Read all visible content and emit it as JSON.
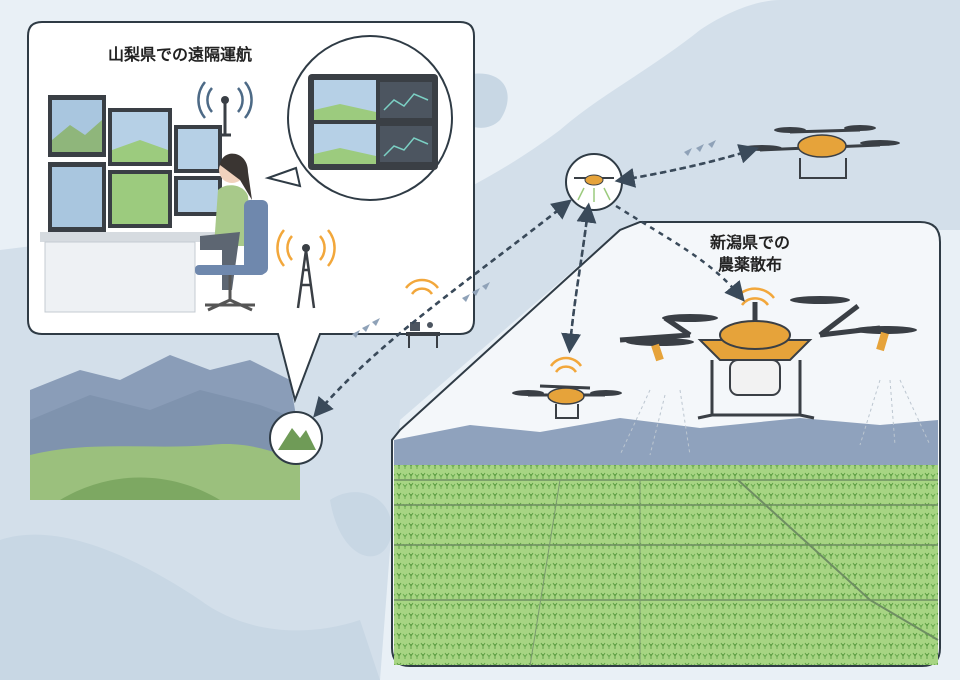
{
  "labels": {
    "yamanashi": "山梨県での遠隔運航",
    "niigata_line1": "新潟県での",
    "niigata_line2": "農薬散布"
  },
  "colors": {
    "sea": "#e9f0f6",
    "land": "#cfdbe6",
    "panel_border": "#2f3b45",
    "drone_body": "#e6a33a",
    "drone_dark": "#3a3f45",
    "rice_field": "#9fcf7a",
    "rice_dark": "#6fae54",
    "mountain": "#8fa2bd",
    "signal": "#f2a73b",
    "arrow": "#3a4a5a"
  },
  "icons": [
    "mountain-location-icon",
    "drone-hub-icon",
    "signal-tower-icon",
    "small-operator-desk-icon",
    "wifi-signal-icon"
  ]
}
